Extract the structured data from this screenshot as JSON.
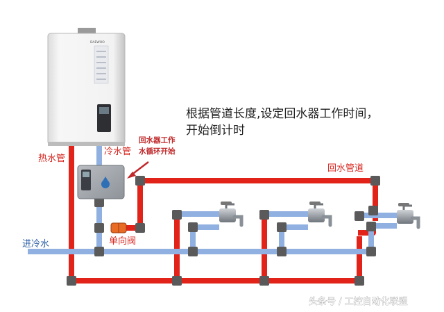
{
  "annotation": {
    "line1": "根据管道长度,设定回水器工作时间，",
    "line2": "开始倒计时"
  },
  "labels": {
    "hot_pipe": "热水管",
    "cold_pipe": "冷水管",
    "pump_line1": "回水器工作",
    "pump_line2": "水循环开始",
    "return_pipe": "回水管道",
    "cold_inlet": "进冷水",
    "check_valve": "单向阀"
  },
  "heater_brand": "DAEWOO",
  "watermark": "头条号 / 工控自动化联盟",
  "colors": {
    "hot_pipe": "#e2231a",
    "cold_pipe": "#8fb0e0",
    "joint": "#5a5a5a",
    "arrow": "#c0282a",
    "label_red": "#d7261f",
    "label_blue": "#2c5fa6"
  }
}
